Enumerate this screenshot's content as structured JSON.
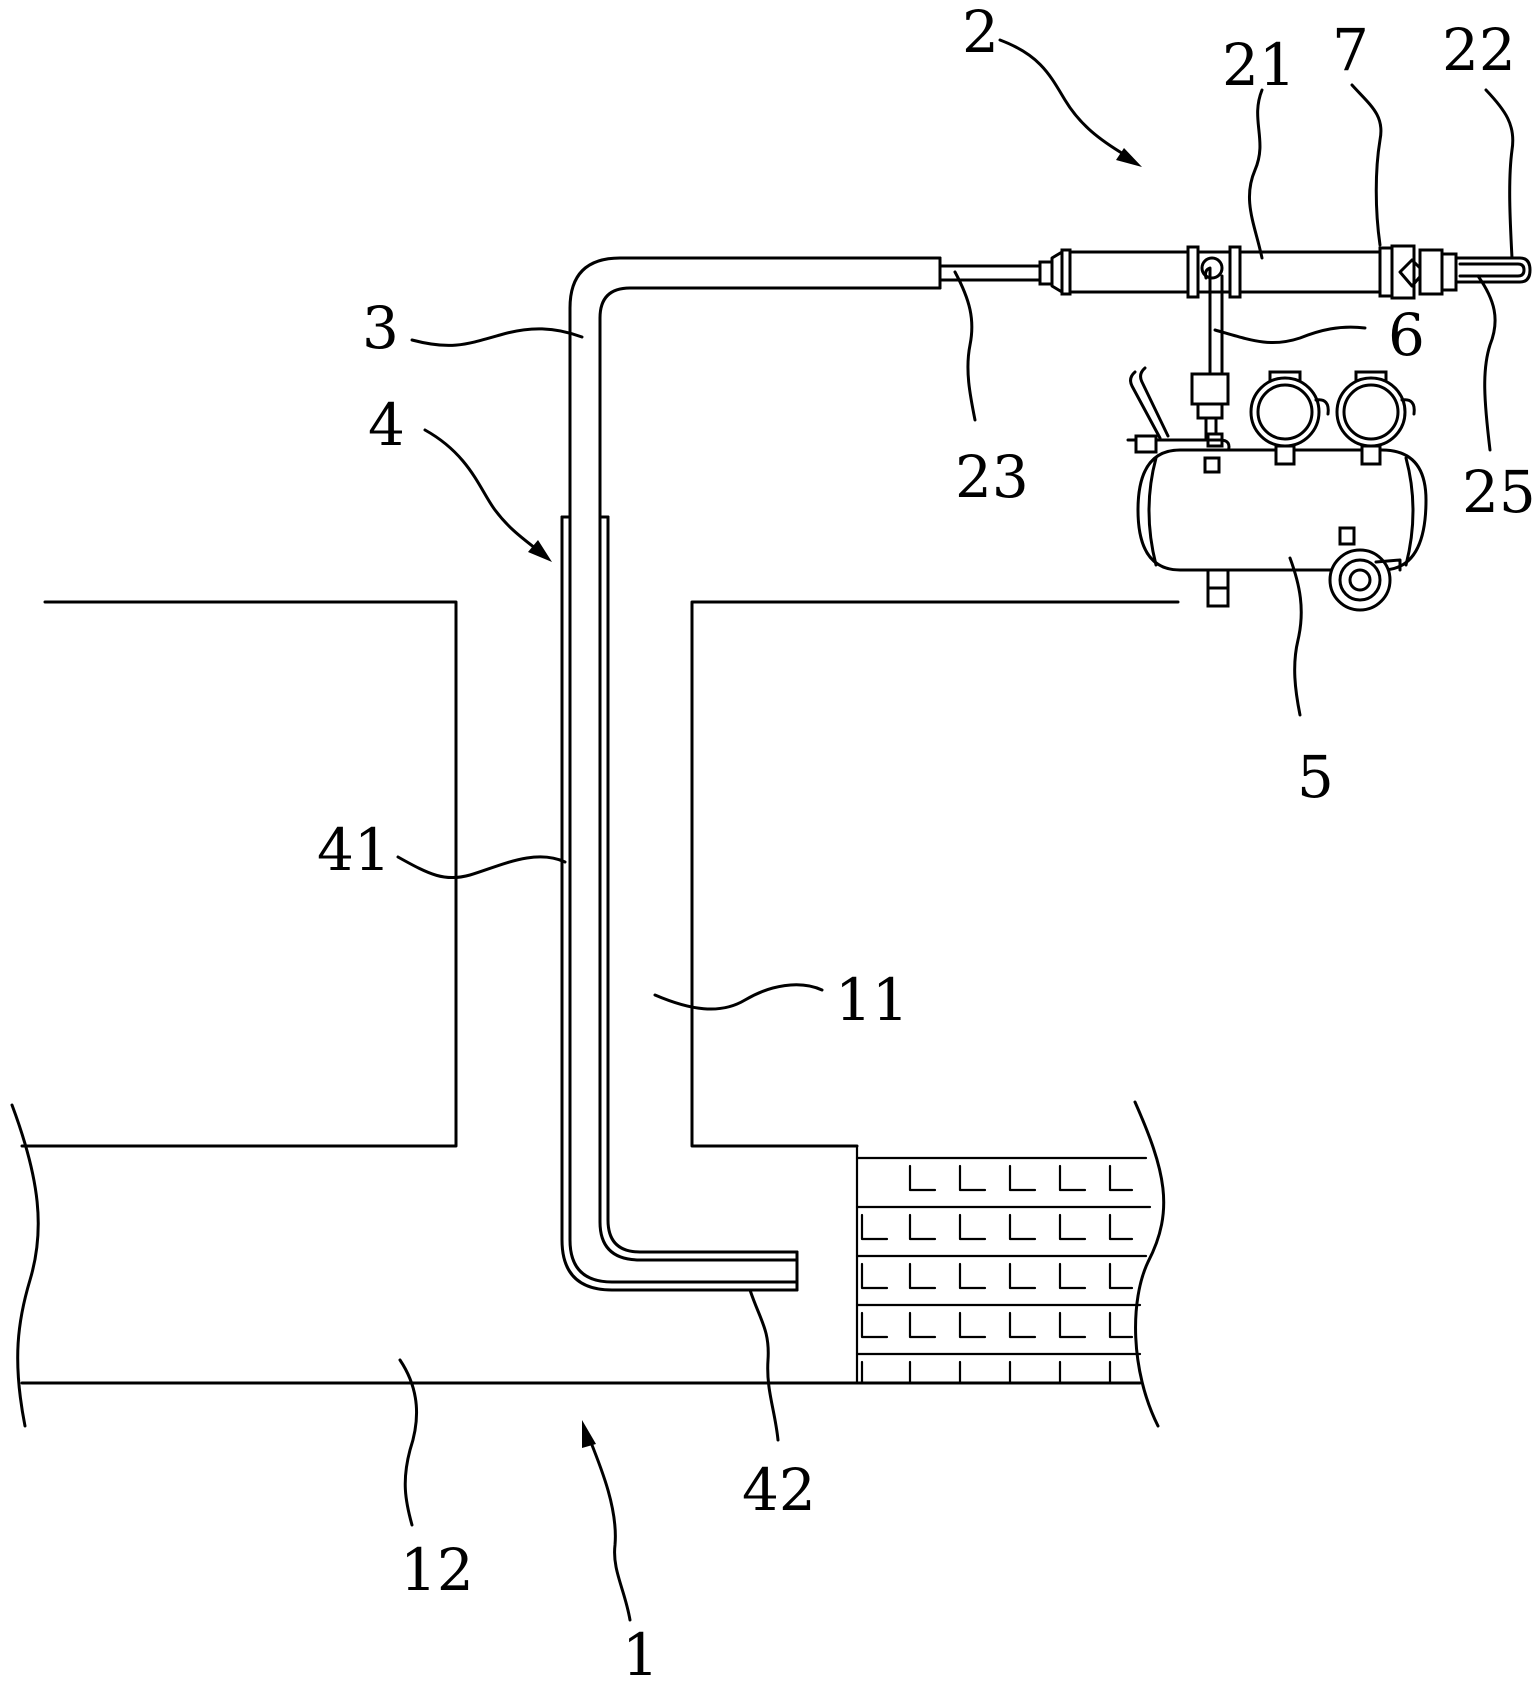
{
  "figure": {
    "labels": {
      "l1": "1",
      "l2": "2",
      "l3": "3",
      "l4": "4",
      "l5": "5",
      "l6": "6",
      "l7": "7",
      "l11": "11",
      "l12": "12",
      "l21": "21",
      "l22": "22",
      "l23": "23",
      "l25": "25",
      "l41": "41",
      "l42": "42"
    }
  }
}
